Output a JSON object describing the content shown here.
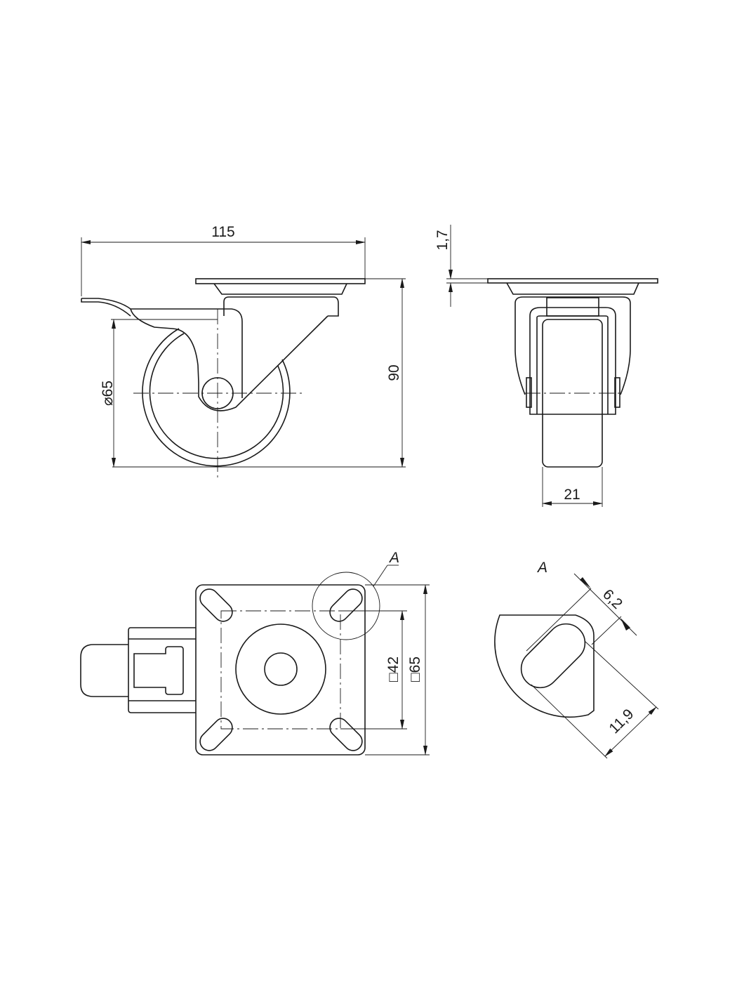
{
  "drawing": {
    "side_view": {
      "width_label": "115",
      "wheel_diameter_label": "⌀65",
      "height_label": "90"
    },
    "front_view": {
      "plate_thickness_label": "1,7",
      "wheel_width_label": "21"
    },
    "top_view": {
      "hole_spacing_label": "□42",
      "plate_size_label": "□65",
      "detail_ref_label": "A"
    },
    "detail_view": {
      "title": "A",
      "slot_width_label": "6,2",
      "slot_length_label": "11,9"
    }
  }
}
